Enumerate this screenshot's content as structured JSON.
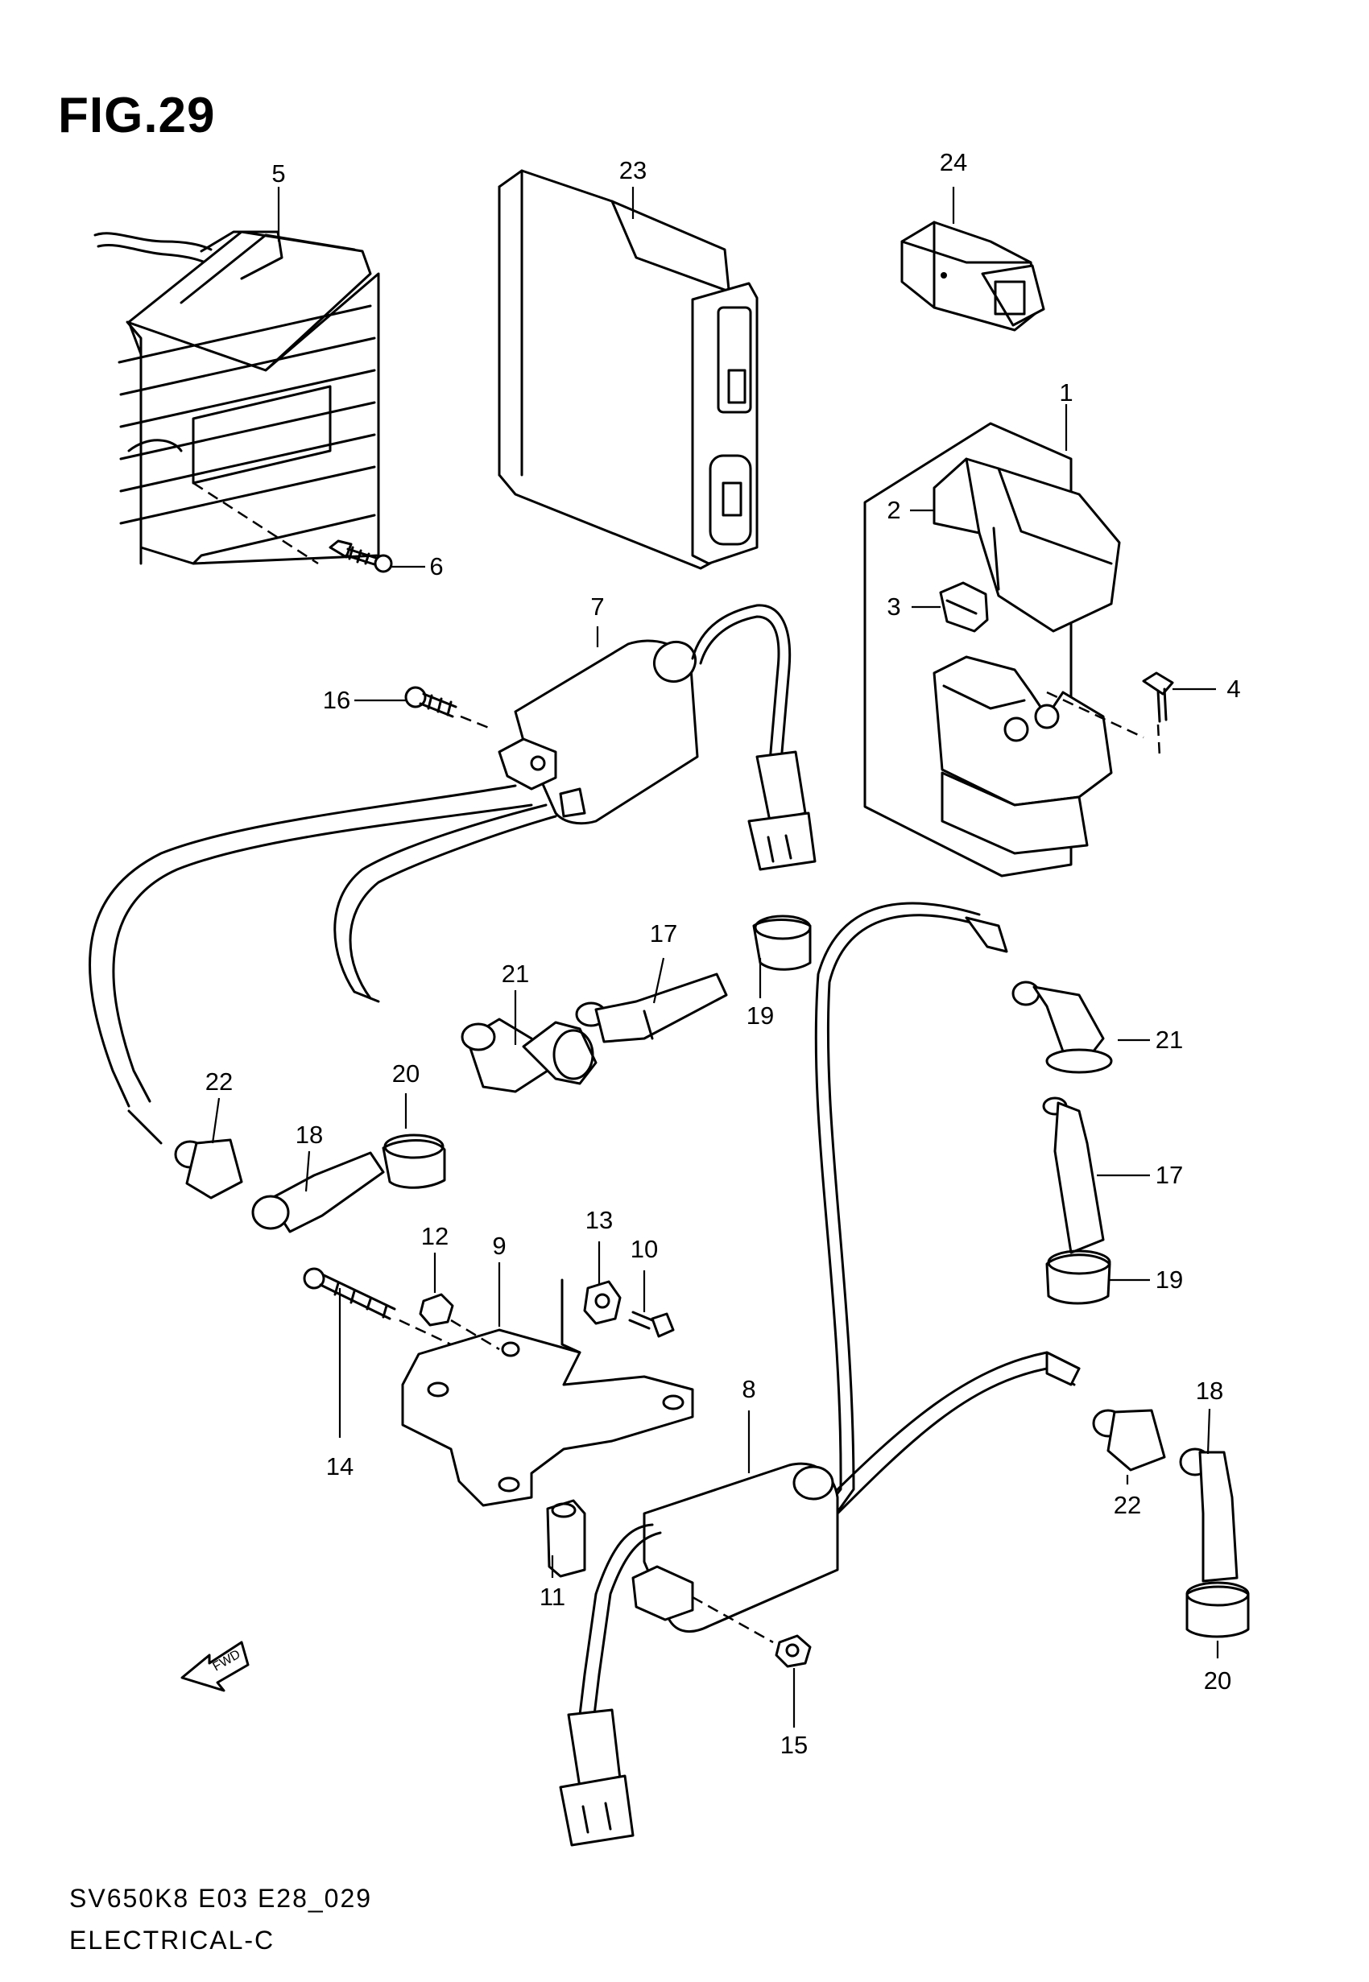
{
  "figure": {
    "title": "FIG.29"
  },
  "footer": {
    "model_code": "SV650K8 E03 E28_029",
    "section_name": "ELECTRICAL-C"
  },
  "direction_marker": {
    "label": "FWD",
    "icon": "forward-arrow-icon"
  },
  "callouts": {
    "c1": "1",
    "c2": "2",
    "c3": "3",
    "c4": "4",
    "c5": "5",
    "c6": "6",
    "c7": "7",
    "c8": "8",
    "c9": "9",
    "c10": "10",
    "c11": "11",
    "c12": "12",
    "c13": "13",
    "c14": "14",
    "c15": "15",
    "c16": "16",
    "c17a": "17",
    "c17b": "17",
    "c18a": "18",
    "c18b": "18",
    "c19a": "19",
    "c19b": "19",
    "c20a": "20",
    "c20b": "20",
    "c21a": "21",
    "c21b": "21",
    "c22a": "22",
    "c22b": "22",
    "c23": "23",
    "c24": "24"
  }
}
